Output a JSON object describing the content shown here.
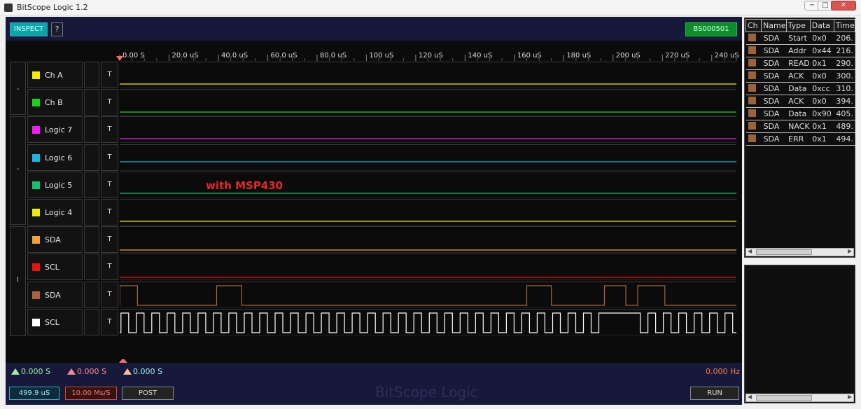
{
  "window": {
    "title": "BitScope Logic 1.2",
    "min": "−",
    "max": "□",
    "close": "✕"
  },
  "toolbar": {
    "inspect": "INSPECT",
    "help": "?",
    "device": "BS000501"
  },
  "timeline": {
    "ticks": [
      "0.00 S",
      "20.0 uS",
      "40.0 uS",
      "60.0 uS",
      "80.0 uS",
      "100 uS",
      "120 uS",
      "140 uS",
      "160 uS",
      "180 uS",
      "200 uS",
      "220 uS",
      "240 uS"
    ]
  },
  "groups": [
    {
      "label": "-"
    },
    {
      "label": "-"
    },
    {
      "label": "I"
    }
  ],
  "channels": [
    {
      "name": "Ch A",
      "color": "#f5ec00",
      "trigger": "T"
    },
    {
      "name": "Ch B",
      "color": "#13d41a",
      "trigger": "T"
    },
    {
      "name": "Logic 7",
      "color": "#f21df2",
      "trigger": "T"
    },
    {
      "name": "Logic 6",
      "color": "#19b5e3",
      "trigger": "T"
    },
    {
      "name": "Logic 5",
      "color": "#13c26c",
      "trigger": "T"
    },
    {
      "name": "Logic 4",
      "color": "#f0ea00",
      "trigger": "T"
    },
    {
      "name": "SDA",
      "color": "#f0a23a",
      "trigger": "T"
    },
    {
      "name": "SCL",
      "color": "#ee1111",
      "trigger": "T"
    },
    {
      "name": "SDA",
      "color": "#a8653a",
      "trigger": "T"
    },
    {
      "name": "SCL",
      "color": "#ffffff",
      "trigger": "T"
    }
  ],
  "annotation": "with MSP430",
  "readouts": {
    "cursor_a": "0.000 S",
    "cursor_b": "0.000 S",
    "cursor_c": "0.000 S",
    "frequency": "0.000 Hz"
  },
  "controls": {
    "timebase": "499.9 uS",
    "rate": "10.00 Ms/S",
    "post": "POST",
    "run": "RUN"
  },
  "watermark": "BitScope Logic",
  "decode": {
    "columns": [
      "Ch",
      "Name",
      "Type",
      "Data",
      "Time"
    ],
    "rows": [
      {
        "name": "SDA",
        "type": "Start",
        "data": "0x0",
        "time": "206."
      },
      {
        "name": "SDA",
        "type": "Addr",
        "data": "0x44",
        "time": "216."
      },
      {
        "name": "SDA",
        "type": "READ",
        "data": "0x1",
        "time": "290."
      },
      {
        "name": "SDA",
        "type": "ACK",
        "data": "0x0",
        "time": "300."
      },
      {
        "name": "SDA",
        "type": "Data",
        "data": "0xcc",
        "time": "310."
      },
      {
        "name": "SDA",
        "type": "ACK",
        "data": "0x0",
        "time": "394."
      },
      {
        "name": "SDA",
        "type": "Data",
        "data": "0x90",
        "time": "405."
      },
      {
        "name": "SDA",
        "type": "NACK",
        "data": "0x1",
        "time": "489."
      },
      {
        "name": "SDA",
        "type": "ERR",
        "data": "0x1",
        "time": "494."
      }
    ]
  },
  "signals": {
    "sda_highs_us": [
      [
        0,
        7.2
      ],
      [
        39.3,
        49.5
      ],
      [
        165,
        175
      ],
      [
        196.5,
        205.2
      ],
      [
        210,
        221
      ]
    ],
    "scl_period_us": 6.25,
    "scl_idle_us": [
      192,
      211
    ]
  }
}
